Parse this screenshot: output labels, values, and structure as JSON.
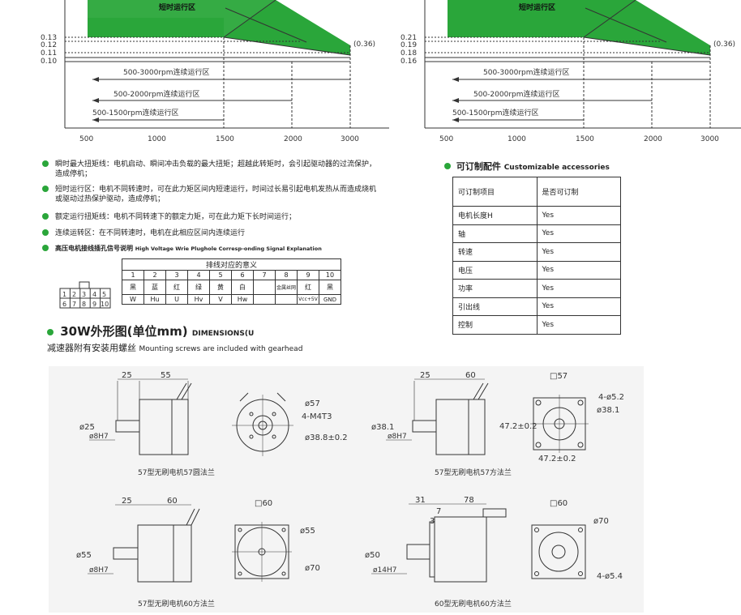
{
  "chart_left": {
    "y_ticks": [
      "0.13",
      "0.12",
      "0.11",
      "0.10"
    ],
    "x_ticks": [
      "500",
      "1000",
      "1500",
      "2000",
      "3000"
    ],
    "region_short": "短时运行区",
    "peak_label": "(0.36)",
    "ranges": [
      "500-3000rpm连续运行区",
      "500-2000rpm连续运行区",
      "500-1500rpm连续运行区"
    ]
  },
  "chart_right": {
    "y_ticks": [
      "0.21",
      "0.19",
      "0.18",
      "0.16"
    ],
    "x_ticks": [
      "500",
      "1000",
      "1500",
      "2000",
      "3000"
    ],
    "region_short": "短时运行区",
    "peak_label": "(0.36)",
    "ranges": [
      "500-3000rpm连续运行区",
      "500-2000rpm连续运行区",
      "500-1500rpm连续运行区"
    ]
  },
  "notes": [
    "瞬时最大扭矩线：电机启动、瞬间冲击负载的最大扭矩；超越此转矩时，会引起驱动器的过流保护，造成停机；",
    "短时运行区：电机不同转速时，可在此力矩区间内短速运行，时间过长易引起电机发热从而造成烧机或驱动过热保护驱动，造成停机；",
    "额定运行扭矩线：电机不同转速下的额定力矩，可在此力矩下长时间运行；",
    "连续运转区：在不同转速时，电机在此相应区间内连续运行"
  ],
  "wiring": {
    "title": "高压电机接线插孔信号说明",
    "title_en": "High Voltage Wrie Plughole Corresp-onding Signal Explanation",
    "table_title": "排线对应的意义",
    "connector_top": [
      "1",
      "2",
      "3",
      "4",
      "5"
    ],
    "connector_bottom": [
      "6",
      "7",
      "8",
      "9",
      "10"
    ],
    "pins": [
      "1",
      "2",
      "3",
      "4",
      "5",
      "6",
      "7",
      "8",
      "9",
      "10"
    ],
    "colors": [
      "黑",
      "蓝",
      "红",
      "绿",
      "黄",
      "白",
      "",
      "金属丝网",
      "红",
      "黑"
    ],
    "signals": [
      "W",
      "Hu",
      "U",
      "Hv",
      "V",
      "Hw",
      "",
      "",
      "Vcc+5V",
      "GND"
    ]
  },
  "accessories": {
    "title": "可订制配件",
    "title_en": "Customizable accessories",
    "header": [
      "可订制项目",
      "是否可订制"
    ],
    "rows": [
      [
        "电机长度H",
        "Yes"
      ],
      [
        "轴",
        "Yes"
      ],
      [
        "转速",
        "Yes"
      ],
      [
        "电压",
        "Yes"
      ],
      [
        "功率",
        "Yes"
      ],
      [
        "引出线",
        "Yes"
      ],
      [
        "控制",
        "Yes"
      ]
    ]
  },
  "dimensions": {
    "title": "30W外形图(单位mm)",
    "title_en": "DIMENSIONS(U",
    "subtitle": "减速器附有安装用螺丝",
    "subtitle_en": "Mounting screws are included with gearhead",
    "d1": {
      "a": "25",
      "b": "55",
      "shaft": "ø25",
      "h": "ø8H7",
      "o": "ø57",
      "m": "4-M4T3",
      "pcd": "ø38.8±0.2",
      "caption": "57型无刷电机57圆法兰"
    },
    "d2": {
      "a": "25",
      "b": "60",
      "shaft": "ø38.1",
      "h": "ø8H7",
      "sq": "□57",
      "holes": "4-ø5.2",
      "pilot": "ø38.1",
      "w": "47.2±0.2",
      "w2": "47.2±0.2",
      "caption": "57型无刷电机57方法兰"
    },
    "d3": {
      "a": "25",
      "b": "60",
      "shaft": "ø55",
      "h": "ø8H7",
      "sq": "□60",
      "o": "ø55",
      "pcd": "ø70",
      "caption": "57型无刷电机60方法兰"
    },
    "d4": {
      "a": "31",
      "b": "78",
      "c": "7",
      "d": "3",
      "shaft": "ø50",
      "h": "ø14H7",
      "sq": "□60",
      "pcd": "ø70",
      "holes": "4-ø5.4",
      "caption": "60型无刷电机60方法兰"
    }
  }
}
